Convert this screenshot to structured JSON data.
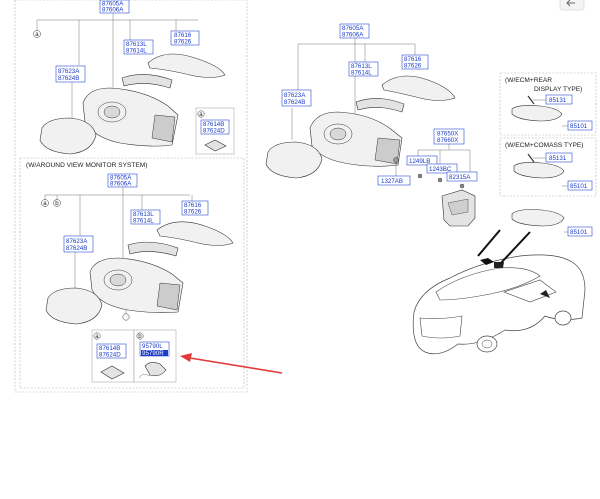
{
  "titles": {
    "around_view": "(W/AROUND VIEW MONITOR SYSTEM)",
    "ecm_rear": "(W/ECM+REAR",
    "ecm_rear_2": "DISPLAY TYPE)",
    "ecm_compass": "(W/ECM+COMASS TYPE)"
  },
  "circles": {
    "a": "a",
    "b": "b"
  },
  "labels": {
    "p87605A": "87605A",
    "p87606A": "87606A",
    "p87616": "87616",
    "p87626": "87626",
    "p87613L": "87613L",
    "p87614L": "87614L",
    "p87623A": "87623A",
    "p87624B": "87624B",
    "p87614B": "87614B",
    "p87624D": "87624D",
    "p95790L": "95790L",
    "p95790R": "95790R",
    "p87650X": "87650X",
    "p87660X": "87660X",
    "p1249LB": "1249LB",
    "p1243BC": "1243BC",
    "p82315A": "82315A",
    "p1327AB": "1327AB",
    "p85131": "85131",
    "p85101": "85101"
  }
}
